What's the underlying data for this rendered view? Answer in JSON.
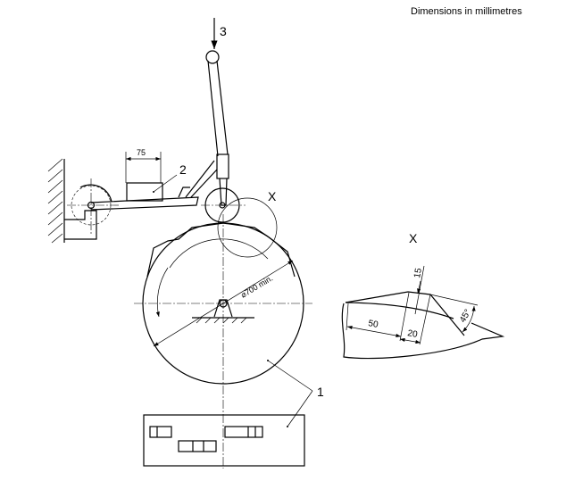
{
  "header": {
    "note": "Dimensions in millimetres"
  },
  "labels": {
    "item_1": "1",
    "item_2": "2",
    "item_3": "3",
    "detail_x_ref": "X",
    "detail_x_title": "X"
  },
  "dimensions": {
    "width_75": "75",
    "diameter": "⌀700 min.",
    "d50": "50",
    "d20": "20",
    "d15": "15",
    "angle45": "45°"
  }
}
